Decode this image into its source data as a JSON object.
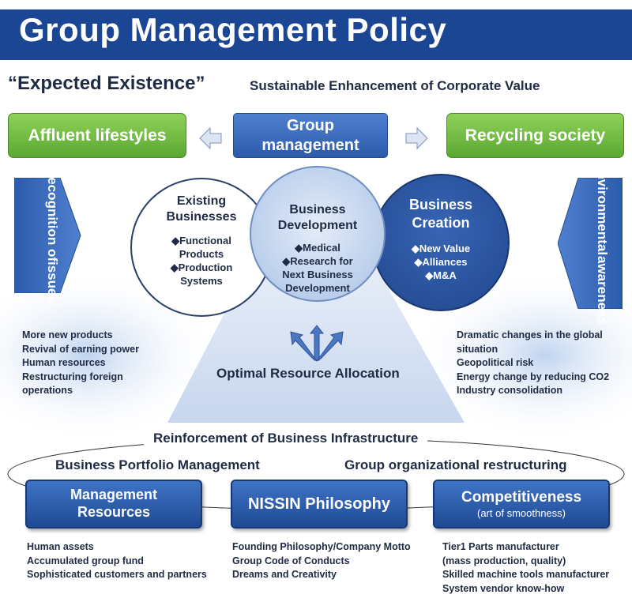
{
  "header": {
    "title": "Group Management Policy"
  },
  "tagline": {
    "main": "“Expected Existence”",
    "sub": "Sustainable Enhancement of  Corporate Value"
  },
  "top_row": {
    "left": "Affluent lifestyles",
    "center_line1": "Group",
    "center_line2": "management",
    "right": "Recycling society"
  },
  "side_left": {
    "line1": "Recognition of",
    "line2": "issues"
  },
  "side_right": {
    "line1": "Environmental",
    "line2": "awareness"
  },
  "circles": {
    "existing": {
      "title1": "Existing",
      "title2": "Businesses",
      "items": [
        "◆Functional",
        "Products",
        "◆Production",
        "Systems"
      ]
    },
    "development": {
      "title1": "Business",
      "title2": "Development",
      "items": [
        "◆Medical",
        "◆Research for",
        "Next Business",
        "Development"
      ]
    },
    "creation": {
      "title1": "Business",
      "title2": "Creation",
      "items": [
        "◆New Value",
        "◆Alliances",
        "◆M&A"
      ]
    }
  },
  "center_label": "Optimal Resource Allocation",
  "left_list": [
    "More new products",
    "Revival of earning power",
    "Human resources",
    "Restructuring foreign",
    "operations"
  ],
  "right_list": [
    "Dramatic changes in the global",
    "situation",
    "Geopolitical risk",
    "Energy change by  reducing CO2",
    "Industry consolidation"
  ],
  "infrastructure": {
    "title": "Reinforcement of Business Infrastructure",
    "left_heading": "Business Portfolio Management",
    "right_heading": "Group organizational restructuring"
  },
  "bottom_boxes": {
    "resources": {
      "line1": "Management",
      "line2": "Resources"
    },
    "philosophy": {
      "line1": "NISSIN Philosophy"
    },
    "competitiveness": {
      "line1": "Competitiveness",
      "line2": "(art of smoothness)"
    }
  },
  "bottom_lists": {
    "resources": [
      "Human assets",
      "Accumulated group fund",
      "Sophisticated customers and partners"
    ],
    "philosophy": [
      "Founding Philosophy/Company Motto",
      "Group Code of Conducts",
      "Dreams and Creativity"
    ],
    "competitiveness": [
      "Tier1 Parts manufacturer",
      "(mass production, quality)",
      "Skilled machine tools manufacturer",
      "System vendor know-how"
    ]
  },
  "colors": {
    "banner": "#1b4693",
    "green": "#5aa832",
    "blue": "#2c5bab",
    "dark_blue": "#1f4a94",
    "text": "#1f2a44"
  }
}
